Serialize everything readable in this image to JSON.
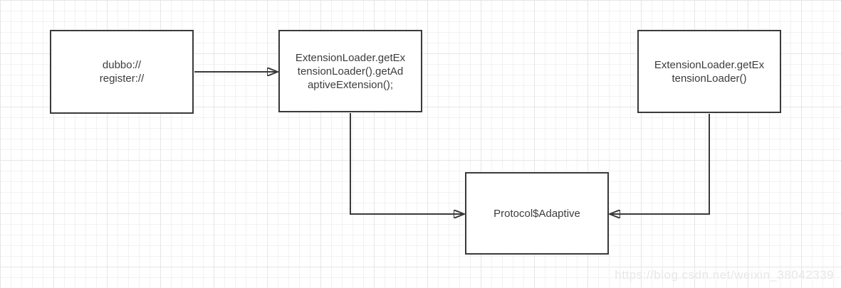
{
  "diagram": {
    "nodes": [
      {
        "id": "dubbo-register",
        "label": "dubbo://\nregister://"
      },
      {
        "id": "get-adaptive",
        "label": "ExtensionLoader.getEx\ntensionLoader().getAd\naptiveExtension();"
      },
      {
        "id": "get-loader",
        "label": "ExtensionLoader.getEx\ntensionLoader()"
      },
      {
        "id": "protocol-adaptive",
        "label": "Protocol$Adaptive"
      }
    ],
    "edges": [
      {
        "from": "dubbo-register",
        "to": "get-adaptive",
        "route": "horizontal-right"
      },
      {
        "from": "get-adaptive",
        "to": "protocol-adaptive",
        "route": "down-then-right"
      },
      {
        "from": "get-loader",
        "to": "protocol-adaptive",
        "route": "down-then-left"
      }
    ],
    "colors": {
      "node_border": "#3a3a3a",
      "node_fill": "#ffffff",
      "text": "#3c3c3c",
      "arrow": "#3a3a3a",
      "grid_minor": "#f2f2f2",
      "grid_major": "#e6e6e6",
      "background": "#ffffff",
      "watermark": "#e7e7e7"
    }
  },
  "watermark": {
    "text": "https://blog.csdn.net/weixin_38042339"
  }
}
